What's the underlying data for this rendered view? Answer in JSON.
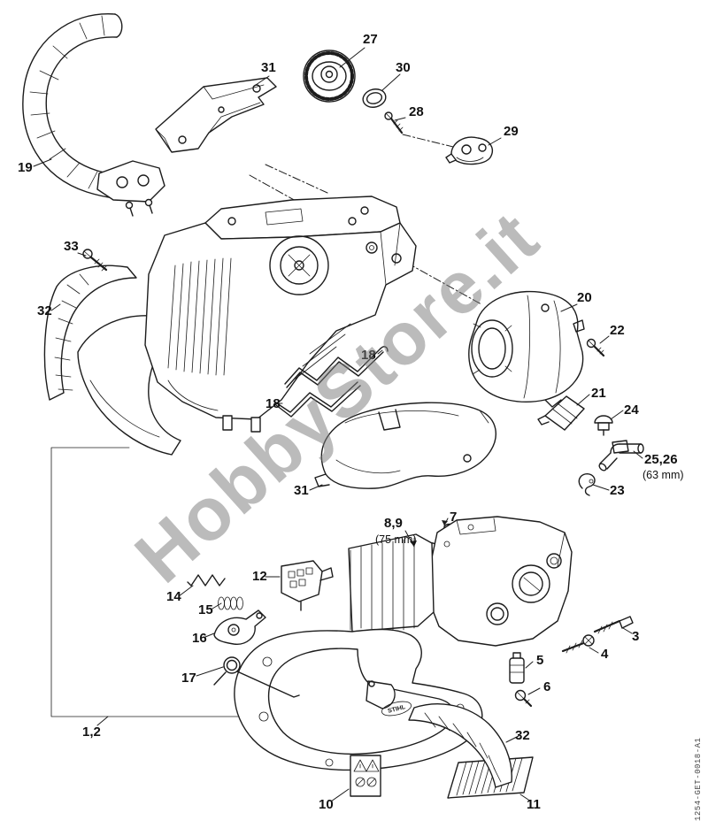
{
  "page": {
    "watermark": "HobbyStore.it",
    "drawing_code": "1254-GET-0018-A1",
    "brand_logo": "STIHL"
  },
  "callouts": [
    {
      "id": "27",
      "text": "27"
    },
    {
      "id": "31-top",
      "text": "31"
    },
    {
      "id": "30",
      "text": "30"
    },
    {
      "id": "28",
      "text": "28"
    },
    {
      "id": "29",
      "text": "29"
    },
    {
      "id": "19",
      "text": "19"
    },
    {
      "id": "33",
      "text": "33"
    },
    {
      "id": "32-left",
      "text": "32"
    },
    {
      "id": "20",
      "text": "20"
    },
    {
      "id": "22",
      "text": "22"
    },
    {
      "id": "18-upper",
      "text": "18"
    },
    {
      "id": "18-lower",
      "text": "18"
    },
    {
      "id": "21",
      "text": "21"
    },
    {
      "id": "24",
      "text": "24"
    },
    {
      "id": "25-26",
      "text": "25,26"
    },
    {
      "id": "25-26-dim",
      "text": "(63 mm)"
    },
    {
      "id": "23",
      "text": "23"
    },
    {
      "id": "31-shroud",
      "text": "31"
    },
    {
      "id": "8-9",
      "text": "8,9"
    },
    {
      "id": "8-9-dim",
      "text": "(75 mm)"
    },
    {
      "id": "7",
      "text": "7"
    },
    {
      "id": "14",
      "text": "14"
    },
    {
      "id": "15",
      "text": "15"
    },
    {
      "id": "12",
      "text": "12"
    },
    {
      "id": "16",
      "text": "16"
    },
    {
      "id": "17",
      "text": "17"
    },
    {
      "id": "1-2",
      "text": "1,2"
    },
    {
      "id": "10",
      "text": "10"
    },
    {
      "id": "11",
      "text": "11"
    },
    {
      "id": "3",
      "text": "3"
    },
    {
      "id": "4",
      "text": "4"
    },
    {
      "id": "5",
      "text": "5"
    },
    {
      "id": "6",
      "text": "6"
    },
    {
      "id": "32-bottom",
      "text": "32"
    }
  ]
}
